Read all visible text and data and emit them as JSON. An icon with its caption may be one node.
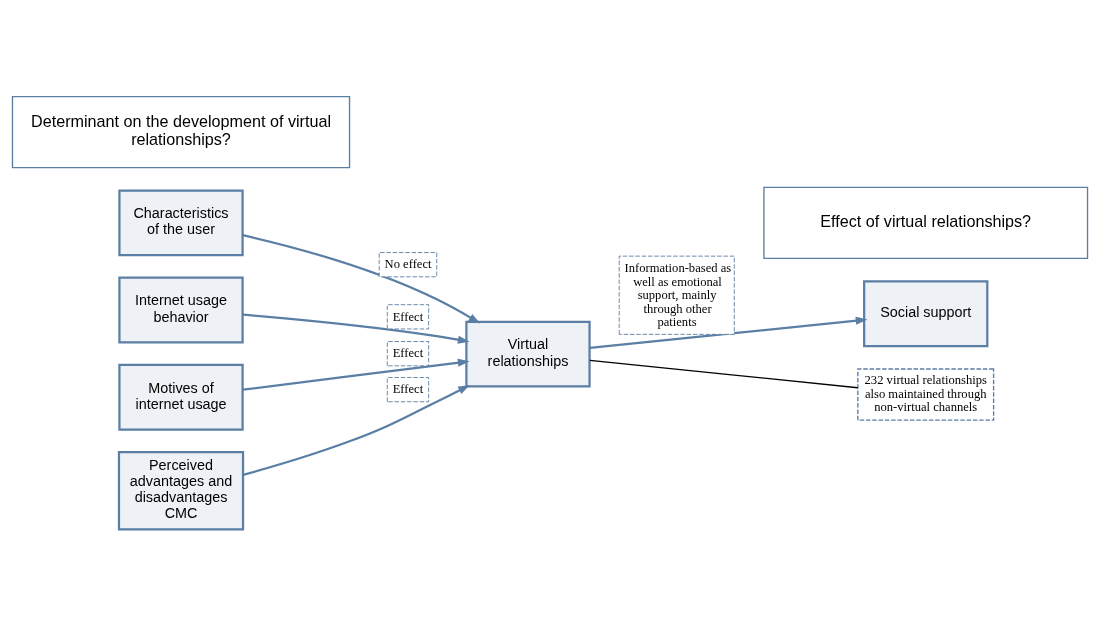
{
  "diagram": {
    "nodes": [
      {
        "text": [
          "Characteristics of the user"
        ]
      },
      {
        "text": [
          "Internet usage behavior"
        ]
      },
      {
        "text": [
          "Motives of internet usage"
        ]
      },
      {
        "text": [
          "Perceived advantages and disadvantages CMC"
        ]
      },
      {
        "text": [
          "Virtual relationships"
        ]
      },
      {
        "text": [
          "Social support"
        ]
      },
      {
        "text": [
          "232 virtual relationships also maintained through non-virtual channels"
        ]
      },
      {
        "text": [
          "Determinant on the development of virtual relationships?"
        ]
      },
      {
        "text": [
          "Effect of virtual relationships?"
        ]
      }
    ],
    "edges": [
      {
        "from": 0,
        "to": 4,
        "arrow": "to",
        "label": "No effect"
      },
      {
        "from": 1,
        "to": 4,
        "arrow": "to",
        "label": "Effect"
      },
      {
        "from": 2,
        "to": 4,
        "arrow": "to",
        "label": "Effect"
      },
      {
        "from": 3,
        "to": 4,
        "arrow": "to",
        "label": "Effect"
      },
      {
        "from": 4,
        "to": 5,
        "arrow": "to",
        "label": "Information-based as well as emotional support, mainly through other patients"
      },
      {
        "from": 4,
        "to": 6,
        "arrow": "none",
        "color": "#000000"
      }
    ]
  }
}
